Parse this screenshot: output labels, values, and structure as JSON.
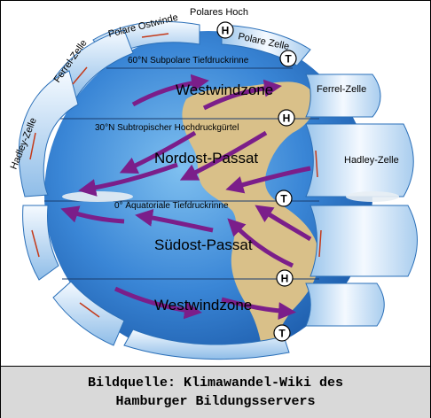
{
  "diagram": {
    "labels": {
      "polare_ostwinde": "Polare Ostwinde",
      "polares_hoch": "Polares Hoch",
      "polare_zelle": "Polare Zelle",
      "ferrel_zelle_left": "Ferrel-Zelle",
      "ferrel_zelle_right": "Ferrel-Zelle",
      "hadley_zelle_left": "Hadley-Zelle",
      "hadley_zelle_right": "Hadley-Zelle",
      "subpolar": "60°N Subpolare Tiefdruckrinne",
      "subtropisch": "30°N Subtropischer Hochdruckgürtel",
      "aquatorial": "0° Äquatoriale Tiefdruckrinne",
      "westwind_north": "Westwindzone",
      "nordost": "Nordost-Passat",
      "suedost": "Südost-Passat",
      "westwind_south": "Westwindzone"
    },
    "markers": {
      "h_polar": "H",
      "t_subpolar": "T",
      "h_subtrop": "H",
      "t_equator": "T",
      "h_south": "H",
      "t_south": "T"
    },
    "colors": {
      "ocean": "#3a86d6",
      "land": "#d9c089",
      "arrow": "#7b1e8a",
      "cell": "#dfeefb",
      "cell_edge": "#2a6fb8"
    }
  },
  "caption": {
    "line1": "Bildquelle: Klimawandel-Wiki des",
    "line2": "Hamburger Bildungsservers"
  }
}
